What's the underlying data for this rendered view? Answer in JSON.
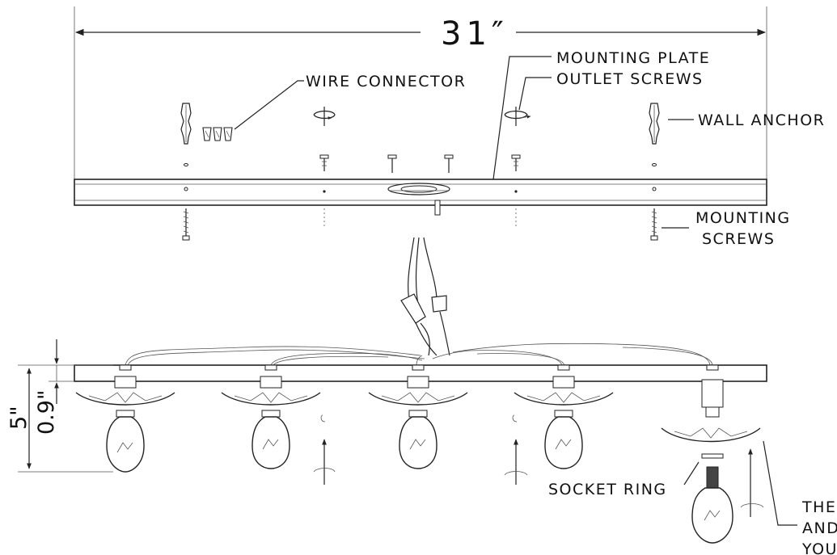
{
  "dimensions": {
    "width": "31″",
    "height": "5\"",
    "plate_thickness": "0.9\""
  },
  "labels": {
    "wire_connector": "WIRE CONNECTOR",
    "mounting_plate_line1": "MOUNTING PLATE",
    "mounting_plate_line2": "OUTLET  SCREWS",
    "wall_anchor": "WALL ANCHOR",
    "mounting_screws_line1": "MOUNTING",
    "mounting_screws_line2": "SCREWS",
    "socket_ring": "SOCKET RING",
    "note_line1": "THE",
    "note_line2": "AND",
    "note_line3": "YOU"
  }
}
